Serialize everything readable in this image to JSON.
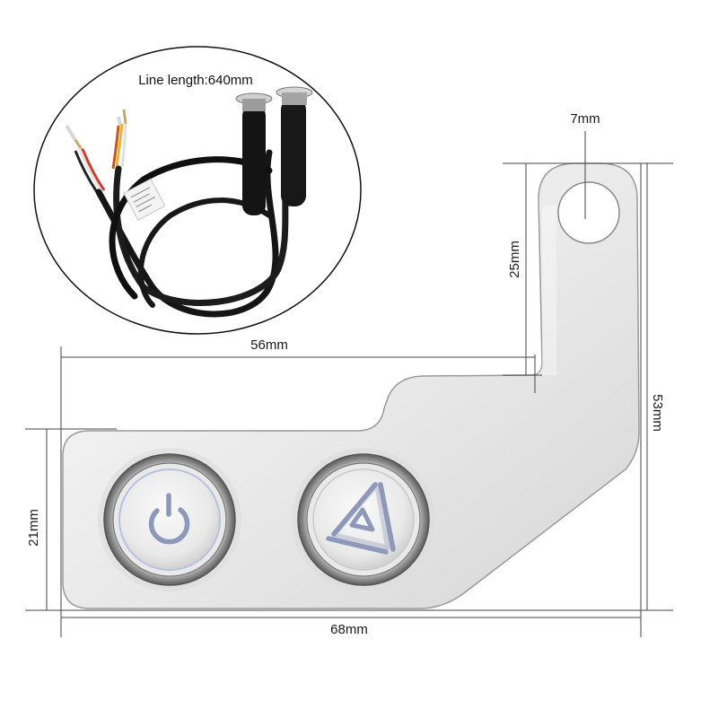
{
  "callout": {
    "line_length_label": "Line length:640mm"
  },
  "dimensions": {
    "hole_diameter": "7mm",
    "arm_height": "25mm",
    "top_width": "56mm",
    "total_height": "53mm",
    "plate_height": "21mm",
    "total_width": "68mm"
  },
  "icons": {
    "left_button": "power-icon",
    "right_button": "hazard-triangle-icon"
  },
  "colors": {
    "metal_light": "#f4f4f4",
    "metal_mid": "#d9d9d9",
    "metal_dark": "#a9a9a9",
    "icon_tint": "#8e98b8",
    "cable": "#151515"
  }
}
